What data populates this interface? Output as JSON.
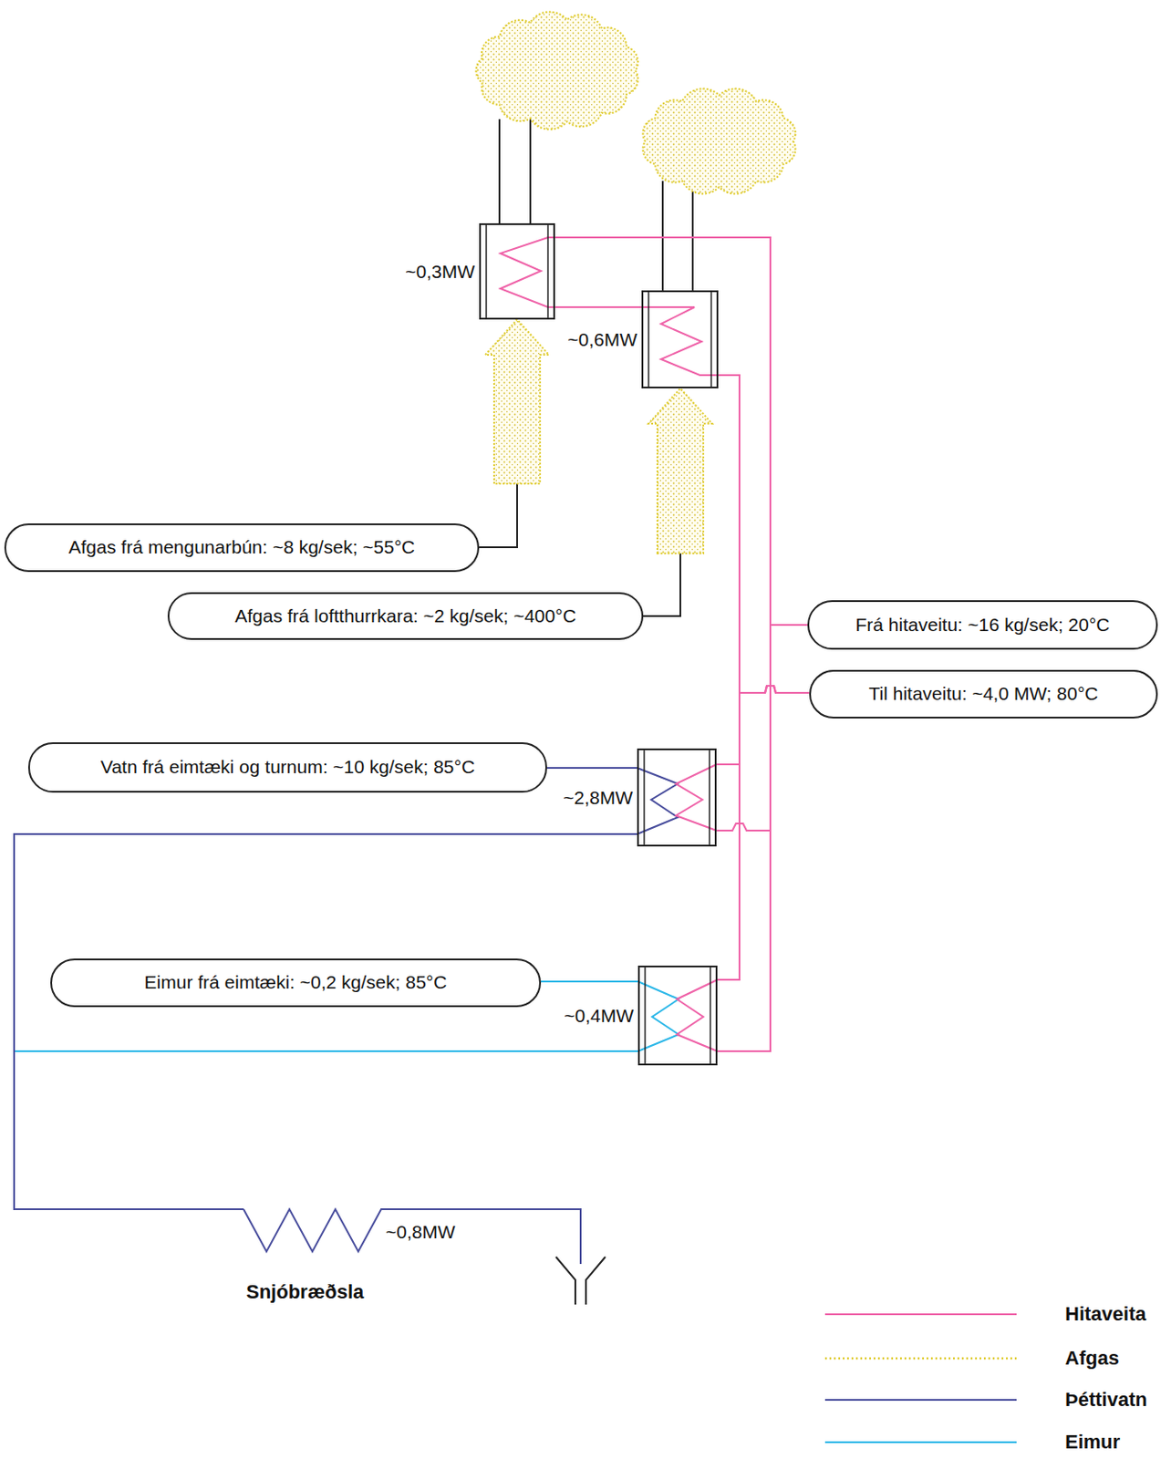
{
  "diagram": {
    "nodes": [
      {
        "text": [
          "~0,3MW"
        ]
      },
      {
        "text": [
          "~0,6MW"
        ]
      },
      {
        "text": [
          "Afgas frá mengunarbún: ~8 kg/sek; ~55°C"
        ]
      },
      {
        "text": [
          "Afgas frá loftthurrkara: ~2 kg/sek; ~400°C"
        ]
      },
      {
        "text": [
          "Frá hitaveitu: ~16 kg/sek; 20°C"
        ]
      },
      {
        "text": [
          "Til hitaveitu: ~4,0 MW; 80°C"
        ]
      },
      {
        "text": [
          "Vatn frá eimtæki og turnum: ~10 kg/sek; 85°C"
        ]
      },
      {
        "text": [
          "~2,8MW"
        ]
      },
      {
        "text": [
          "Eimur frá eimtæki: ~0,2 kg/sek; 85°C"
        ]
      },
      {
        "text": [
          "~0,4MW"
        ]
      },
      {
        "text": [
          "~0,8MW",
          "Snjóbræðsla"
        ]
      }
    ],
    "edges": [
      {
        "from": 2,
        "to": 0,
        "arrow": "to"
      },
      {
        "from": 3,
        "to": 1,
        "arrow": "to"
      },
      {
        "from": 4,
        "to": 0,
        "arrow": "none"
      },
      {
        "from": 4,
        "to": 7,
        "arrow": "none"
      },
      {
        "from": 4,
        "to": 9,
        "arrow": "none"
      },
      {
        "from": 0,
        "to": 1,
        "arrow": "none"
      },
      {
        "from": 1,
        "to": 5,
        "arrow": "none"
      },
      {
        "from": 7,
        "to": 5,
        "arrow": "none"
      },
      {
        "from": 9,
        "to": 5,
        "arrow": "none"
      },
      {
        "from": 6,
        "to": 7,
        "arrow": "none"
      },
      {
        "from": 7,
        "to": 10,
        "arrow": "none"
      },
      {
        "from": 8,
        "to": 9,
        "arrow": "none"
      },
      {
        "from": 9,
        "to": 10,
        "arrow": "none"
      }
    ],
    "legend": [
      {
        "text": "Hitaveita",
        "color": "#ef62a8"
      },
      {
        "text": "Afgas",
        "color": "#e0cc2e"
      },
      {
        "text": "Þéttivatn",
        "color": "#474c9c"
      },
      {
        "text": "Eimur",
        "color": "#2bb7e8"
      }
    ]
  }
}
